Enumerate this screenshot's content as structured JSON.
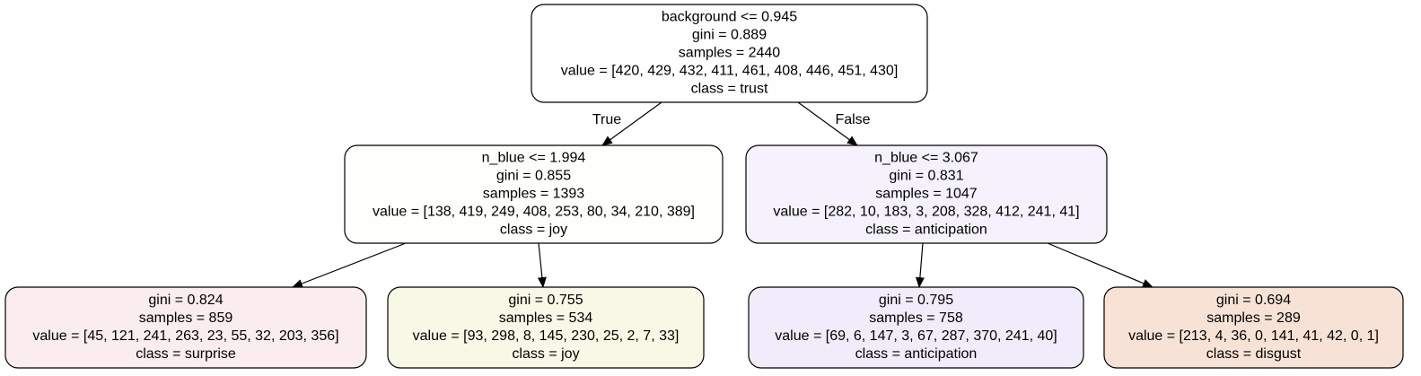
{
  "tree": {
    "nodes": [
      {
        "id": "root",
        "fill": "#fefefe",
        "lines": [
          "background <= 0.945",
          "gini = 0.889",
          "samples = 2440",
          "value = [420, 429, 432, 411, 461, 408, 446, 451, 430]",
          "class = trust"
        ]
      },
      {
        "id": "left",
        "fill": "#fefefc",
        "lines": [
          "n_blue <= 1.994",
          "gini = 0.855",
          "samples = 1393",
          "value = [138, 419, 249, 408, 253, 80, 34, 210, 389]",
          "class = joy"
        ]
      },
      {
        "id": "right",
        "fill": "#f5f2fd",
        "lines": [
          "n_blue <= 3.067",
          "gini = 0.831",
          "samples = 1047",
          "value = [282, 10, 183, 3, 208, 328, 412, 241, 41]",
          "class = anticipation"
        ]
      },
      {
        "id": "left-left",
        "fill": "#fbecee",
        "lines": [
          "gini = 0.824",
          "samples = 859",
          "value = [45, 121, 241, 263, 23, 55, 32, 203, 356]",
          "class = surprise"
        ]
      },
      {
        "id": "left-right",
        "fill": "#f8f8e7",
        "lines": [
          "gini = 0.755",
          "samples = 534",
          "value = [93, 298, 8, 145, 230, 25, 2, 7, 33]",
          "class = joy"
        ]
      },
      {
        "id": "right-left",
        "fill": "#f1ecfc",
        "lines": [
          "gini = 0.795",
          "samples = 758",
          "value = [69, 6, 147, 3, 67, 287, 370, 241, 40]",
          "class = anticipation"
        ]
      },
      {
        "id": "right-right",
        "fill": "#f8e2d6",
        "lines": [
          "gini = 0.694",
          "samples = 289",
          "value = [213, 4, 36, 0, 141, 41, 42, 0, 1]",
          "class = disgust"
        ]
      }
    ],
    "edges": [
      {
        "from": "root",
        "to": "left",
        "label": "True"
      },
      {
        "from": "root",
        "to": "right",
        "label": "False"
      },
      {
        "from": "left",
        "to": "left-left",
        "label": ""
      },
      {
        "from": "left",
        "to": "left-right",
        "label": ""
      },
      {
        "from": "right",
        "to": "right-left",
        "label": ""
      },
      {
        "from": "right",
        "to": "right-right",
        "label": ""
      }
    ]
  }
}
